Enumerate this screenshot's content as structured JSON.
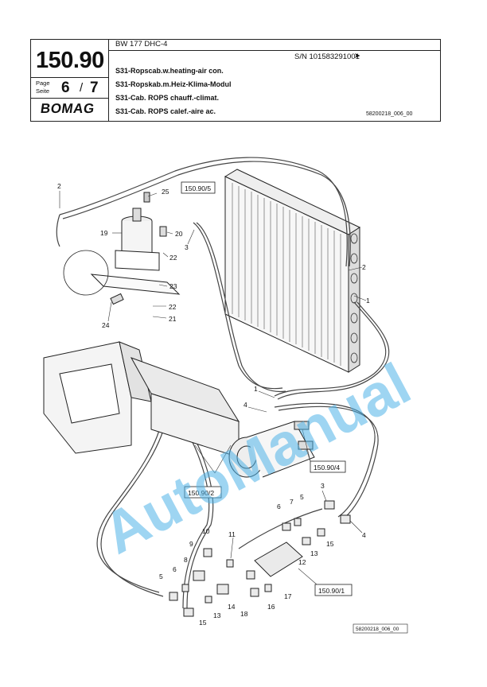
{
  "header": {
    "model": "BW 177 DHC-4",
    "sn_label": "S/N 101583291001",
    "sn_arrow": "➤",
    "group_number": "150.90",
    "page_label": "Page",
    "seite_label": "Seite",
    "page_current": "6",
    "page_sep": "/",
    "page_total": "7",
    "brand": "BOMAG",
    "titles": [
      "S31-Ropscab.w.heating-air con.",
      "S31-Ropskab.m.Heiz-Klima-Modul",
      "S31-Cab. ROPS chauff.-climat.",
      "S31-Cab. ROPS calef.-aire ac."
    ],
    "drawing_id": "58200218_006_00"
  },
  "diagram": {
    "ref_boxes": [
      "150.90/5",
      "150.90/4",
      "150.90/2",
      "150.90/1"
    ],
    "callouts": [
      "2",
      "25",
      "19",
      "20",
      "3",
      "22",
      "23",
      "22",
      "24",
      "21",
      "2",
      "1",
      "1",
      "4",
      "3",
      "4",
      "5",
      "6",
      "7",
      "15",
      "13",
      "12",
      "10",
      "9",
      "11",
      "8",
      "6",
      "5",
      "13",
      "14",
      "15",
      "18",
      "16",
      "17"
    ],
    "footer_id": "58200218_006_00",
    "watermark": "AutoManual"
  }
}
